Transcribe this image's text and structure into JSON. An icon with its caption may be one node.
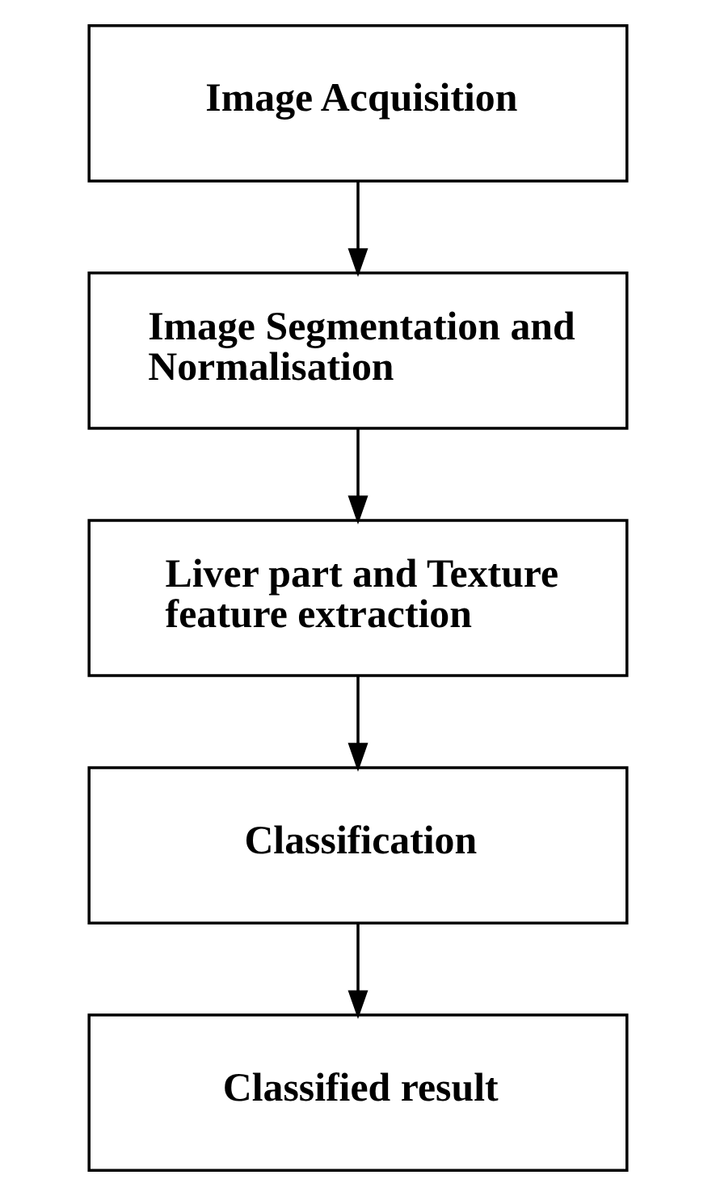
{
  "diagram": {
    "nodes": [
      {
        "text": [
          "Image Acquisition"
        ]
      },
      {
        "text": [
          "Image Segmentation and Normalisation"
        ]
      },
      {
        "text": [
          "Liver part and Texture feature extraction"
        ]
      },
      {
        "text": [
          "Classification"
        ]
      },
      {
        "text": [
          "Classified result"
        ]
      }
    ],
    "edges": [
      {
        "from": 0,
        "to": 1,
        "arrow": "to"
      },
      {
        "from": 1,
        "to": 2,
        "arrow": "to"
      },
      {
        "from": 2,
        "to": 3,
        "arrow": "to"
      },
      {
        "from": 3,
        "to": 4,
        "arrow": "to"
      }
    ]
  }
}
